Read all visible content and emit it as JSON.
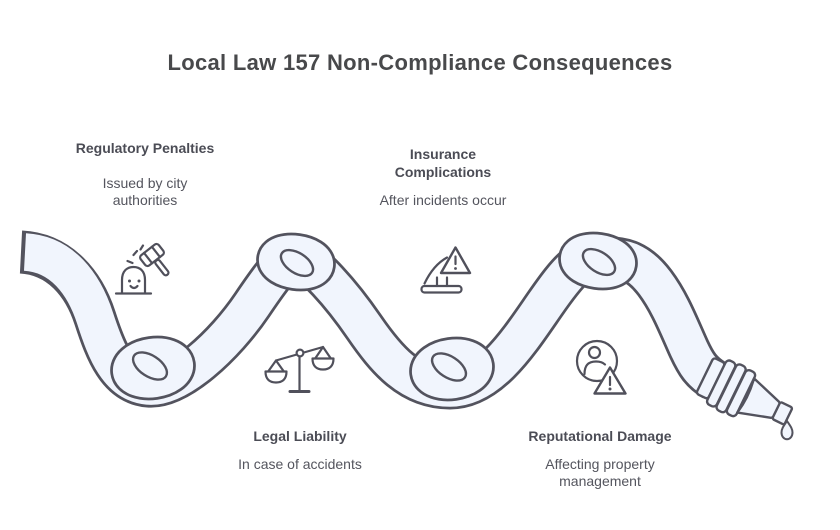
{
  "title": "Local Law 157 Non-Compliance Consequences",
  "groups": [
    {
      "heading": "Regulatory Penalties",
      "subtitle": "Issued by city authorities",
      "icon": "gavel-penalty-icon"
    },
    {
      "heading": "Insurance Complications",
      "subtitle": "After incidents occur",
      "icon": "incident-warning-icon"
    },
    {
      "heading": "Legal Liability",
      "subtitle": "In case of accidents",
      "icon": "justice-scales-icon"
    },
    {
      "heading": "Reputational Damage",
      "subtitle": "Affecting property management",
      "icon": "person-warning-icon"
    }
  ],
  "illustration": {
    "description": "white hose tied in four knots, ending in a nozzle with one falling water drop",
    "knot_count": 4
  },
  "colors": {
    "title_text": "#48494b",
    "heading_text": "#4b4c55",
    "subtitle_text": "#54555e",
    "hose_fill": "#f1f5fd",
    "outline": "#53535e"
  }
}
